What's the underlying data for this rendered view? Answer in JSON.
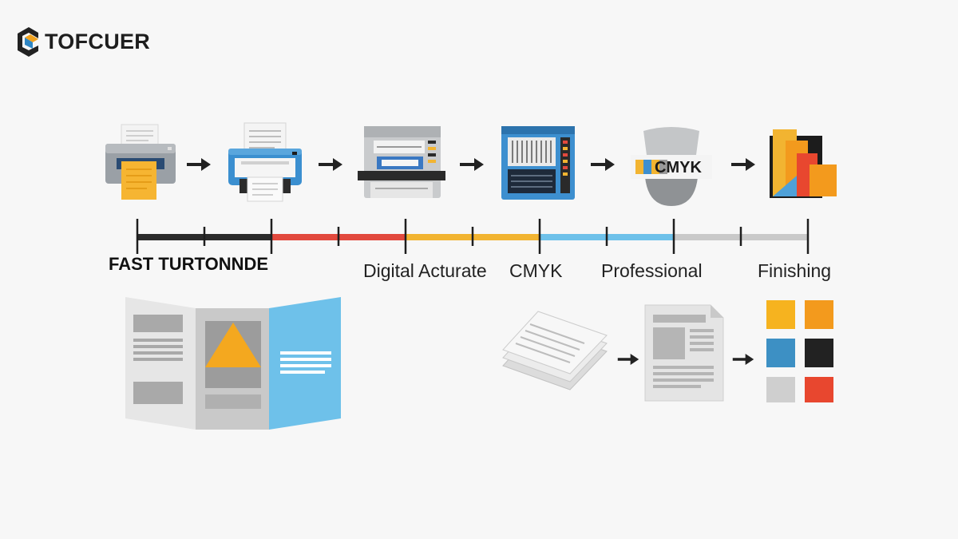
{
  "brand": {
    "name": "TOFCUER"
  },
  "stages": [
    {
      "icon": "office-printer-icon"
    },
    {
      "icon": "blue-printer-icon"
    },
    {
      "icon": "press-machine-icon"
    },
    {
      "icon": "digital-press-icon"
    },
    {
      "icon": "cmyk-printhead-icon",
      "badge": "CMYK"
    },
    {
      "icon": "finishing-stack-icon"
    }
  ],
  "timeline": {
    "segments": [
      {
        "color": "#2b2b2b"
      },
      {
        "color": "#e2493d"
      },
      {
        "color": "#f2b431"
      },
      {
        "color": "#6ec1ea"
      },
      {
        "color": "#c9c9c9"
      }
    ]
  },
  "labels": {
    "fast": "FAST TURTONNDE",
    "digital": "Digital Acturate",
    "cmyk": "CMYK",
    "professional": "Professional",
    "finishing": "Finishing"
  },
  "brochure": {
    "icon": "trifold-brochure-icon"
  },
  "workflow": {
    "steps": [
      {
        "icon": "paper-stack-icon"
      },
      {
        "icon": "document-page-icon"
      },
      {
        "icon": "color-swatches-icon"
      }
    ],
    "swatches": [
      "#f6b31f",
      "#f39a1d",
      "#3d90c4",
      "#222222",
      "#cfcfcf",
      "#e8472f"
    ]
  }
}
